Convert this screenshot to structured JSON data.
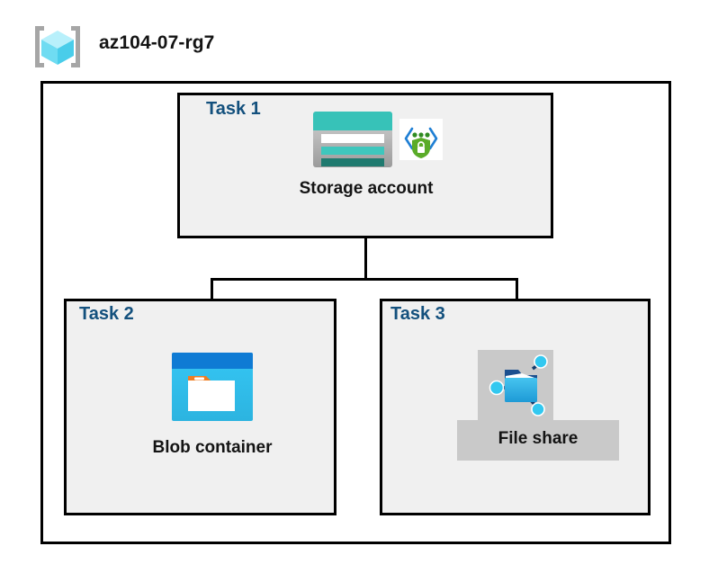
{
  "header": {
    "resource_group_name": "az104-07-rg7",
    "icon": "resource-group-icon"
  },
  "diagram": {
    "type": "azure-architecture",
    "container_label": "az104-07-rg7",
    "tasks": [
      {
        "id": "task1",
        "label": "Task 1",
        "node_label": "Storage account",
        "icons": [
          "storage-account-icon",
          "secure-endpoint-shield-icon"
        ],
        "highlighted": false
      },
      {
        "id": "task2",
        "label": "Task 2",
        "node_label": "Blob container",
        "icons": [
          "blob-container-icon"
        ],
        "highlighted": false
      },
      {
        "id": "task3",
        "label": "Task 3",
        "node_label": "File share",
        "icons": [
          "file-share-icon"
        ],
        "highlighted": true
      }
    ],
    "connections": [
      {
        "from": "Storage account",
        "to": "Blob container"
      },
      {
        "from": "Storage account",
        "to": "File share"
      }
    ]
  },
  "colors": {
    "task_label": "#13507d",
    "box_border": "#000000",
    "box_fill": "#f0f0f0",
    "canvas": "#ffffff",
    "highlight": "#c9c9c9",
    "storage_teal": "#37c2b8",
    "storage_teal_dark": "#1f7a6f",
    "blob_blue": "#0f7bd4",
    "blob_cyan": "#32c5f4",
    "blob_orange": "#f07d23",
    "fileshare_blue": "#32b5e8",
    "shield_green": "#5aab28",
    "rg_cube": "#7fe3f5"
  }
}
